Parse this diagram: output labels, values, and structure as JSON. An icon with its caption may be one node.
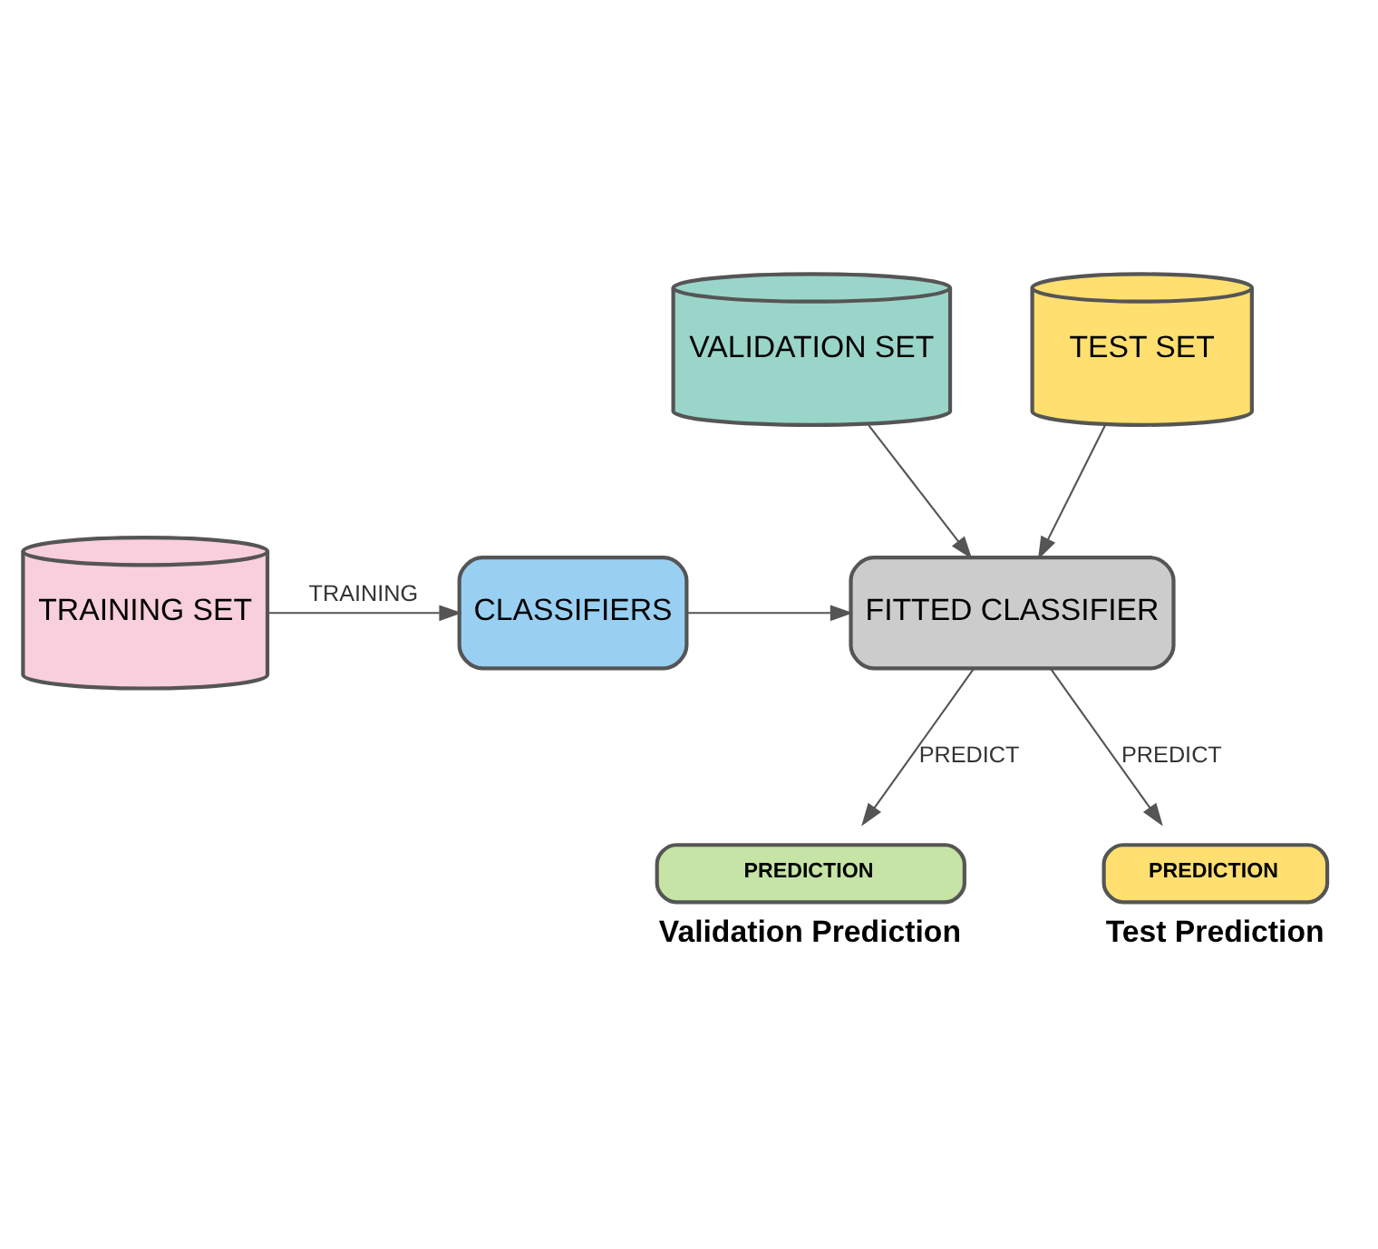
{
  "diagram": {
    "nodes": [
      {
        "text": [
          "VALIDATION SET"
        ]
      },
      {
        "text": [
          "TEST SET"
        ]
      },
      {
        "text": [
          "TRAINING SET"
        ]
      },
      {
        "text": [
          "CLASSIFIERS"
        ]
      },
      {
        "text": [
          "FITTED CLASSIFIER"
        ]
      },
      {
        "text": [
          "PREDICTION"
        ],
        "beside": [
          "Validation Prediction"
        ]
      },
      {
        "text": [
          "PREDICTION"
        ],
        "beside": [
          "Test Prediction"
        ]
      }
    ],
    "edges": [
      {
        "from": 2,
        "to": 3,
        "arrow": "to",
        "label": "TRAINING"
      },
      {
        "from": 3,
        "to": 4,
        "arrow": "to"
      },
      {
        "from": 0,
        "to": 4,
        "arrow": "to"
      },
      {
        "from": 1,
        "to": 4,
        "arrow": "to"
      },
      {
        "from": 4,
        "to": 5,
        "arrow": "to",
        "label": "PREDICT"
      },
      {
        "from": 4,
        "to": 6,
        "arrow": "to",
        "label": "PREDICT"
      }
    ]
  }
}
